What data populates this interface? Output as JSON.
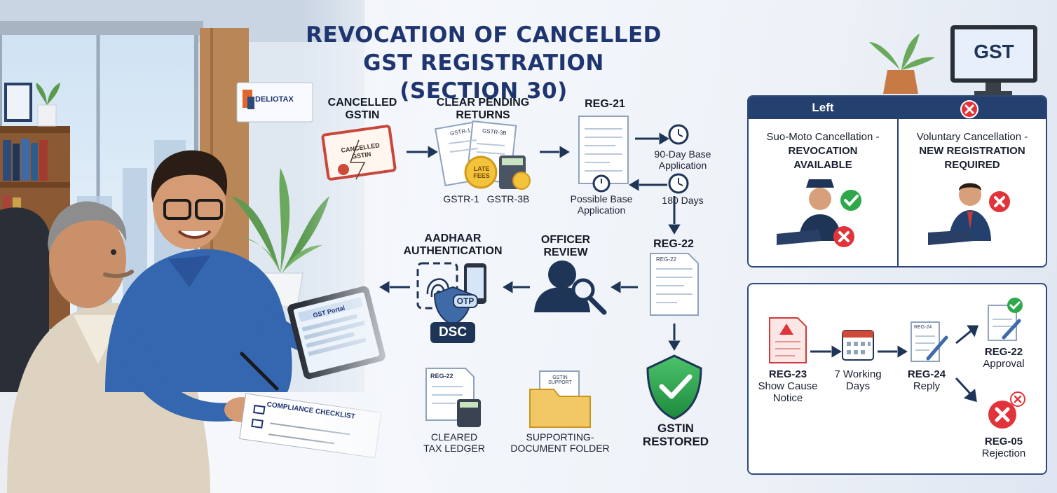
{
  "title": {
    "line1": "REVOCATION OF CANCELLED",
    "line2": "GST REGISTRATION (SECTION 30)"
  },
  "office": {
    "sign_text": "DELIOTAX",
    "tablet_text": "GST Portal",
    "checklist_text": "COMPLIANCE CHECKLIST"
  },
  "flow": {
    "step_cancelled": {
      "line1": "CANCELLED",
      "line2": "GSTIN",
      "card_text": "CANCELLED GSTIN"
    },
    "step_returns": {
      "line1": "CLEAR PENDING",
      "line2": "RETURNS",
      "doc1": "GSTR-1",
      "doc2": "GSTR-3B",
      "coin": "LATE FEES",
      "cap1": "GSTR-1",
      "cap2": "GSTR-3B"
    },
    "step_reg21": {
      "label": "REG-21",
      "days90_line1": "90-Day Base",
      "days90_line2": "Application",
      "possible_line1": "Possible Base",
      "possible_line2": "Application",
      "days180": "180 Days"
    },
    "step_reg22": {
      "label": "REG-22",
      "doc": "REG-22"
    },
    "step_officer": {
      "line1": "OFFICER",
      "line2": "REVIEW"
    },
    "step_aadhaar": {
      "line1": "AADHAAR",
      "line2": "AUTHENTICATION",
      "otp": "OTP",
      "dsc": "DSC"
    },
    "restored": {
      "line1": "GSTIN",
      "line2": "RESTORED"
    },
    "ledger": {
      "doc": "REG-22",
      "line1": "CLEARED",
      "line2": "TAX LEDGER"
    },
    "folder": {
      "doc": "GSTIN SUPPORT",
      "line1": "SUPPORTING-",
      "line2": "DOCUMENT FOLDER"
    }
  },
  "monitor": {
    "text": "GST"
  },
  "comparison": {
    "left_header": "Left",
    "left_line1": "Suo-Moto Cancellation -",
    "left_line2": "REVOCATION",
    "left_line3": "AVAILABLE",
    "right_line1": "Voluntary Cancellation -",
    "right_line2": "NEW REGISTRATION",
    "right_line3": "REQUIRED"
  },
  "notice": {
    "reg23_line1": "REG-23",
    "reg23_line2": "Show Cause",
    "reg23_line3": "Notice",
    "days_line1": "7 Working",
    "days_line2": "Days",
    "reg24_line1": "REG-24",
    "reg24_line2": "Reply",
    "reg24_doc": "REG-24",
    "approval_line1": "REG-22",
    "approval_line2": "Approval",
    "rejection_line1": "REG-05",
    "rejection_line2": "Rejection"
  },
  "colors": {
    "navy": "#1f3570",
    "panel_border": "#2f4a7a",
    "check_green": "#2ea84a",
    "cross_red": "#e0343a",
    "shirt_blue": "#3566b0"
  }
}
